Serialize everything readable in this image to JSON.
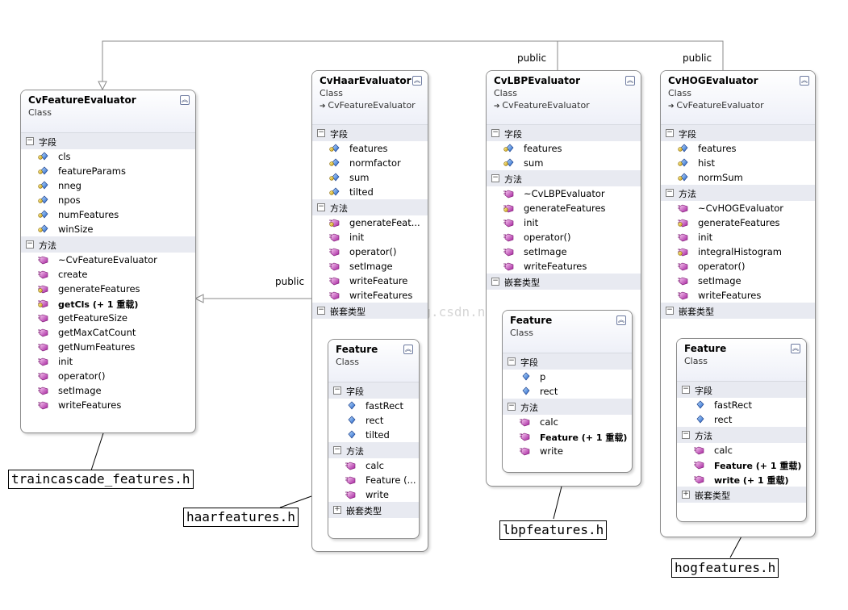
{
  "edge_labels": [
    "public",
    "public",
    "public"
  ],
  "watermark": "http://blog.csdn.net/",
  "file_labels": {
    "traincascade": "traincascade_features.h",
    "haar": "haarfeatures.h",
    "lbp": "lbpfeatures.h",
    "hog": "hogfeatures.h"
  },
  "classes": {
    "base": {
      "name": "CvFeatureEvaluator",
      "kind": "Class",
      "fields_label": "字段",
      "fields": [
        "cls",
        "featureParams",
        "nneg",
        "npos",
        "numFeatures",
        "winSize"
      ],
      "methods_label": "方法",
      "methods": [
        "~CvFeatureEvaluator",
        "create",
        "generateFeatures",
        "getCls (+ 1 重载)",
        "getFeatureSize",
        "getMaxCatCount",
        "getNumFeatures",
        "init",
        "operator()",
        "setImage",
        "writeFeatures"
      ]
    },
    "haar": {
      "name": "CvHaarEvaluator",
      "kind": "Class",
      "parent": "CvFeatureEvaluator",
      "fields_label": "字段",
      "fields": [
        "features",
        "normfactor",
        "sum",
        "tilted"
      ],
      "methods_label": "方法",
      "methods": [
        "generateFeat...",
        "init",
        "operator()",
        "setImage",
        "writeFeature",
        "writeFeatures"
      ],
      "nested_label": "嵌套类型",
      "nested": {
        "name": "Feature",
        "kind": "Class",
        "fields_label": "字段",
        "fields": [
          "fastRect",
          "rect",
          "tilted"
        ],
        "methods_label": "方法",
        "methods": [
          "calc",
          "Feature (...",
          "write"
        ],
        "nested_label": "嵌套类型"
      }
    },
    "lbp": {
      "name": "CvLBPEvaluator",
      "kind": "Class",
      "parent": "CvFeatureEvaluator",
      "fields_label": "字段",
      "fields": [
        "features",
        "sum"
      ],
      "methods_label": "方法",
      "methods": [
        "~CvLBPEvaluator",
        "generateFeatures",
        "init",
        "operator()",
        "setImage",
        "writeFeatures"
      ],
      "nested_label": "嵌套类型",
      "nested": {
        "name": "Feature",
        "kind": "Class",
        "fields_label": "字段",
        "fields": [
          "p",
          "rect"
        ],
        "methods_label": "方法",
        "methods": [
          "calc",
          "Feature (+ 1 重载)",
          "write"
        ]
      }
    },
    "hog": {
      "name": "CvHOGEvaluator",
      "kind": "Class",
      "parent": "CvFeatureEvaluator",
      "fields_label": "字段",
      "fields": [
        "features",
        "hist",
        "normSum"
      ],
      "methods_label": "方法",
      "methods": [
        "~CvHOGEvaluator",
        "generateFeatures",
        "init",
        "integralHistogram",
        "operator()",
        "setImage",
        "writeFeatures"
      ],
      "nested_label": "嵌套类型",
      "nested": {
        "name": "Feature",
        "kind": "Class",
        "fields_label": "字段",
        "fields": [
          "fastRect",
          "rect"
        ],
        "methods_label": "方法",
        "methods": [
          "calc",
          "Feature (+ 1 重载)",
          "write (+ 1 重载)"
        ],
        "nested_label": "嵌套类型"
      }
    }
  }
}
